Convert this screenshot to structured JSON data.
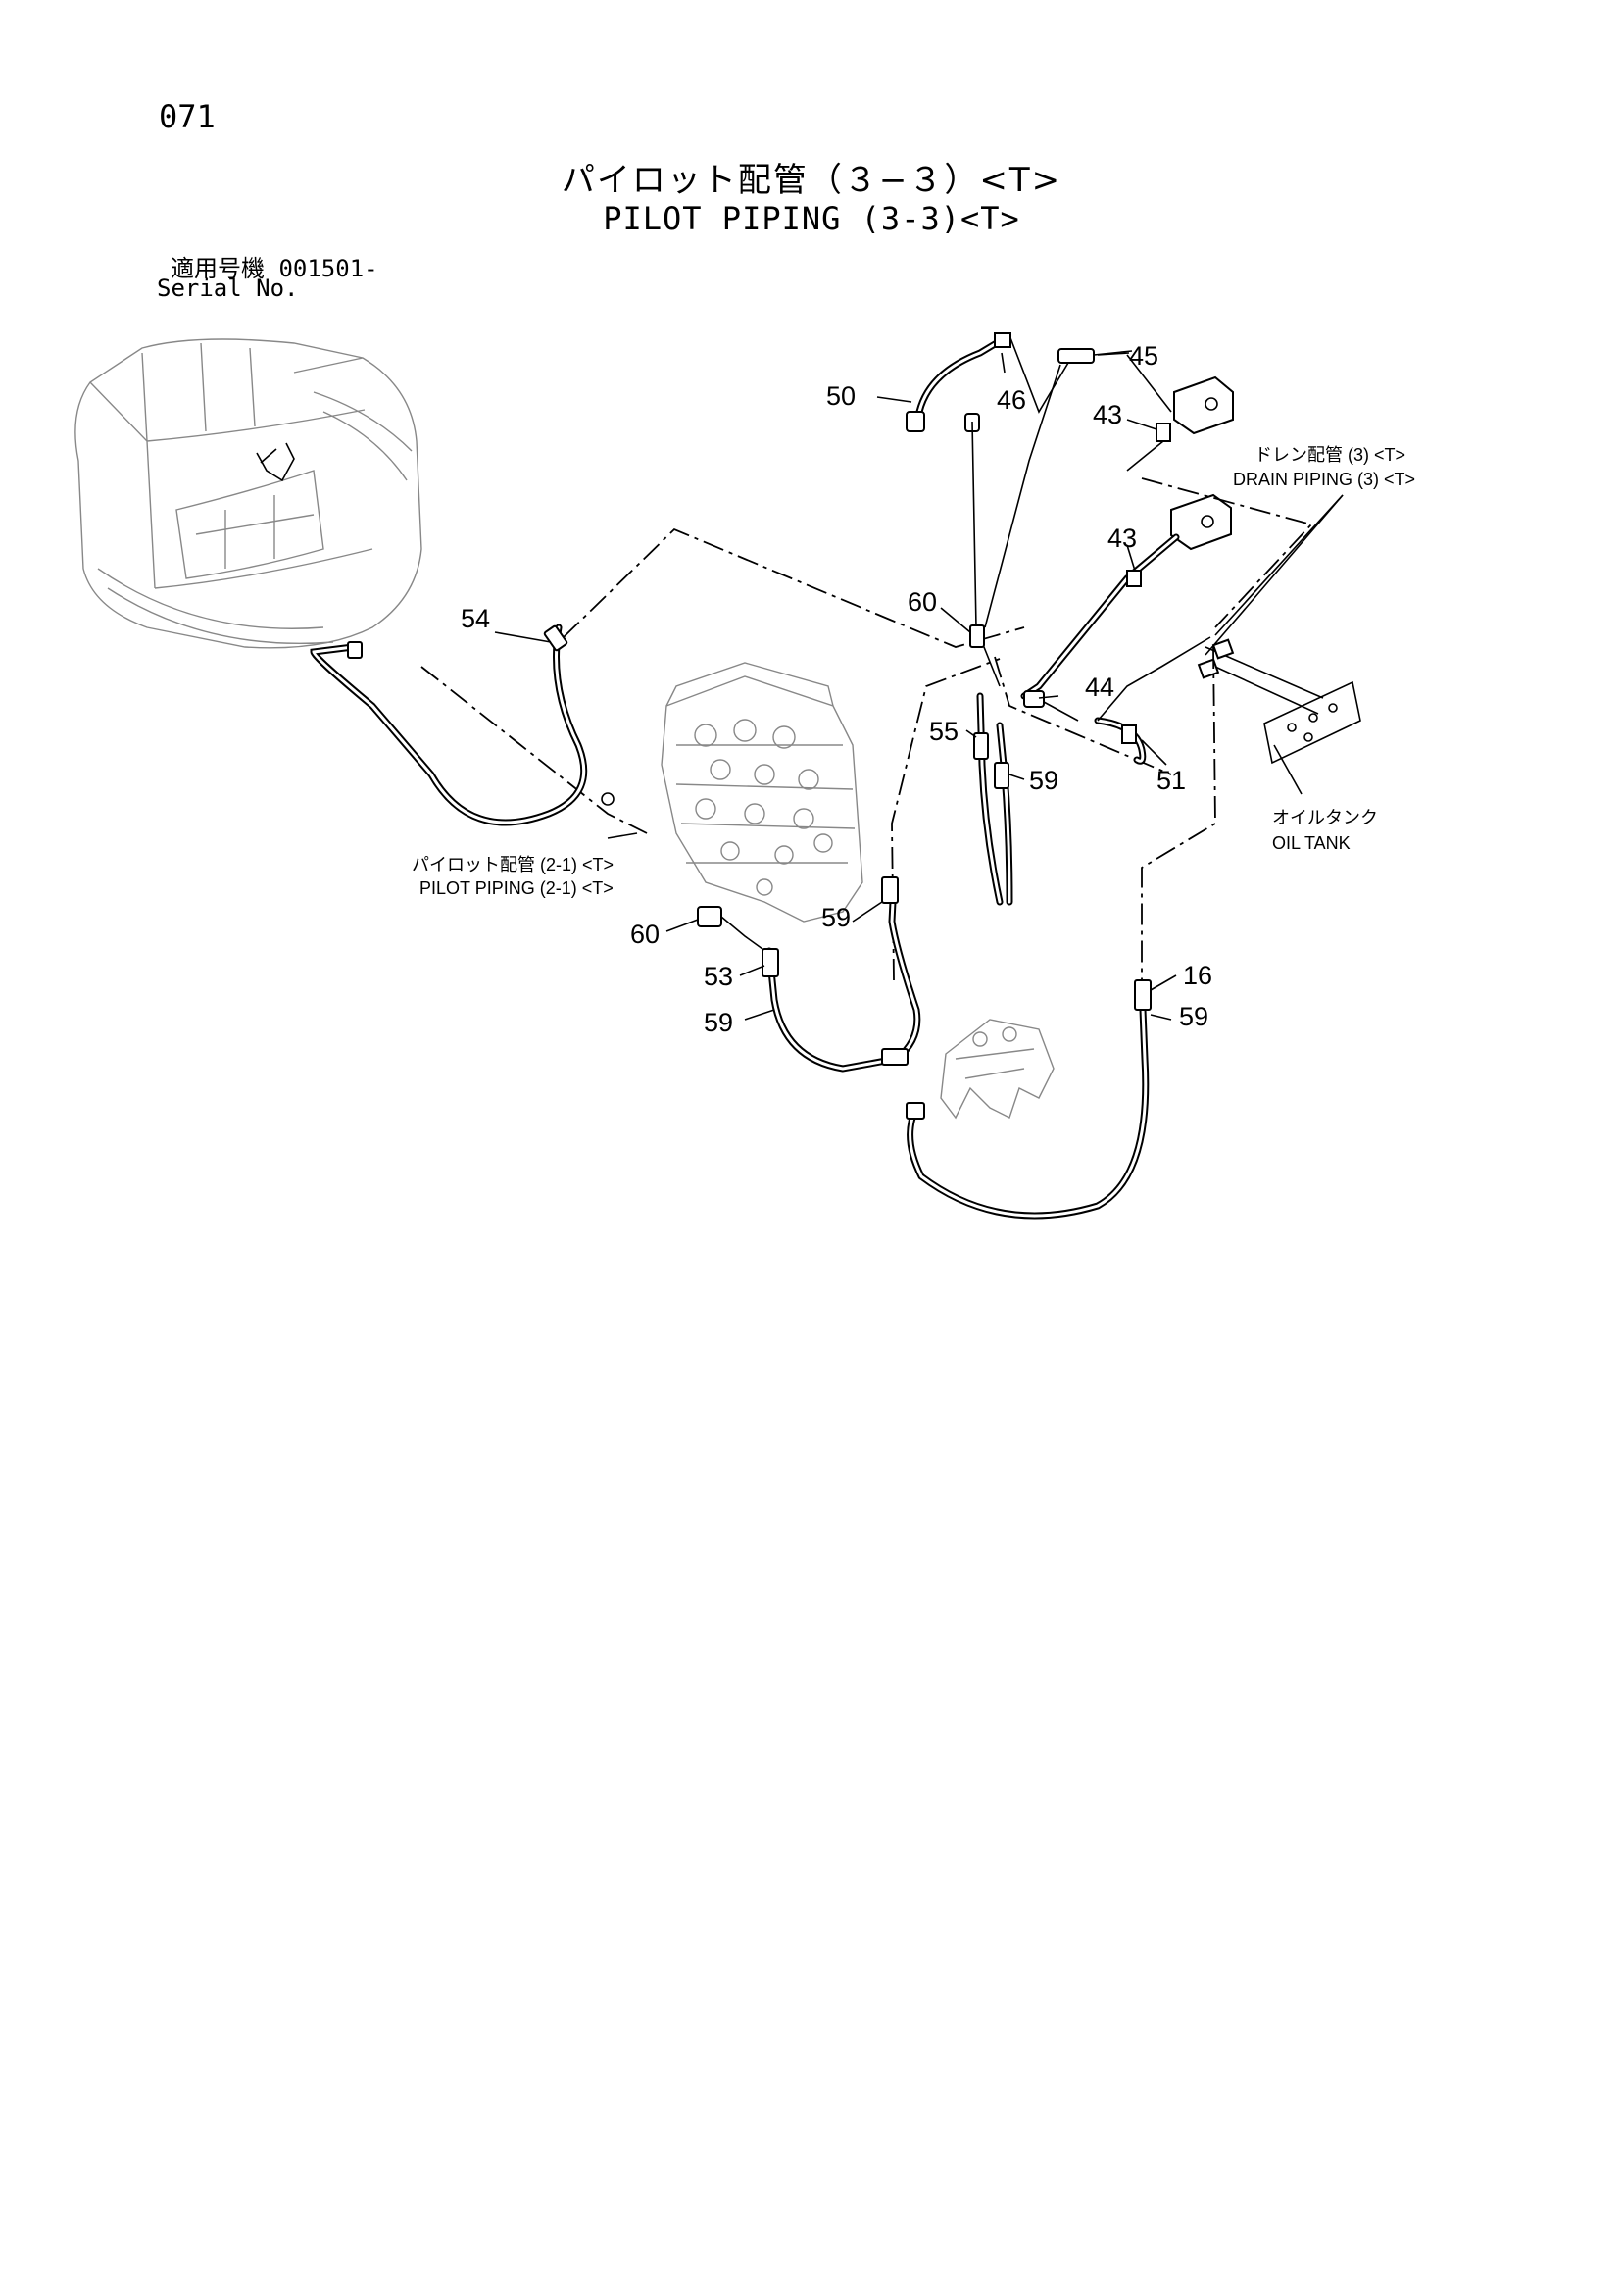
{
  "page": {
    "number": "071",
    "title_jp": "パイロット配管（３−３）<T>",
    "title_en": "PILOT PIPING (3-3)<T>",
    "serial_jp": "適用号機  001501-",
    "serial_en": "Serial No."
  },
  "callouts": [
    {
      "id": "c50",
      "text": "50"
    },
    {
      "id": "c46",
      "text": "46"
    },
    {
      "id": "c45",
      "text": "45"
    },
    {
      "id": "c43a",
      "text": "43"
    },
    {
      "id": "c43b",
      "text": "43"
    },
    {
      "id": "c54",
      "text": "54"
    },
    {
      "id": "c60a",
      "text": "60"
    },
    {
      "id": "c44",
      "text": "44"
    },
    {
      "id": "c55",
      "text": "55"
    },
    {
      "id": "c59a",
      "text": "59"
    },
    {
      "id": "c51",
      "text": "51"
    },
    {
      "id": "c59b",
      "text": "59"
    },
    {
      "id": "c60b",
      "text": "60"
    },
    {
      "id": "c53",
      "text": "53"
    },
    {
      "id": "c59c",
      "text": "59"
    },
    {
      "id": "c16",
      "text": "16"
    },
    {
      "id": "c59d",
      "text": "59"
    }
  ],
  "labels": {
    "drain_jp": "ドレン配管 (3) <T>",
    "drain_en": "DRAIN PIPING (3) <T>",
    "pilot21_jp": "パイロット配管 (2-1) <T>",
    "pilot21_en": "PILOT PIPING (2-1) <T>",
    "tank_jp": "オイルタンク",
    "tank_en": "OIL TANK"
  }
}
